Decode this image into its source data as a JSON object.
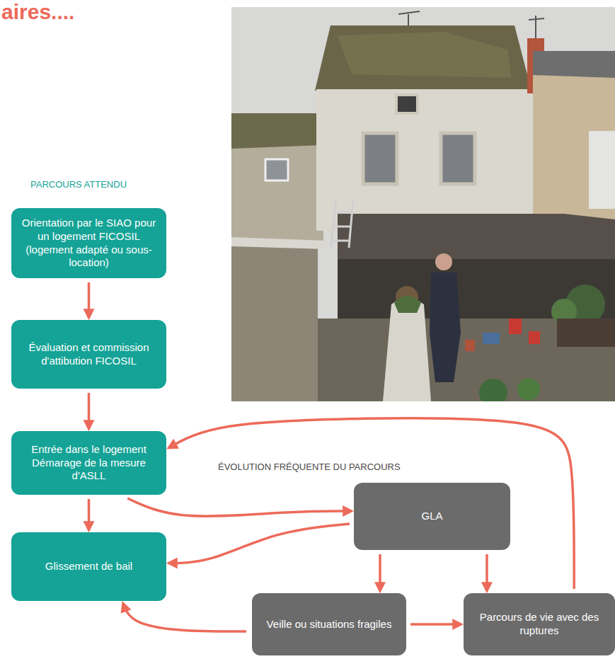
{
  "diagram": {
    "title": "aires....",
    "nodes": [
      {
        "text": [
          "Orientation par le SIAO pour un logement FICOSIL (logement adapté ou sous-location)"
        ]
      },
      {
        "text": [
          "Évaluation et commission d'attibution FICOSIL"
        ]
      },
      {
        "text": [
          "Entrée dans le logement Démarage de la mesure d'ASLL"
        ]
      },
      {
        "text": [
          "Glissement de bail"
        ]
      },
      {
        "text": [
          "GLA"
        ]
      },
      {
        "text": [
          "Veille ou situations fragiles"
        ]
      },
      {
        "text": [
          "Parcours de vie avec des ruptures"
        ]
      }
    ],
    "edges": [
      {
        "from": 0,
        "to": 1,
        "arrow": "to"
      },
      {
        "from": 1,
        "to": 2,
        "arrow": "to"
      },
      {
        "from": 2,
        "to": 3,
        "arrow": "to"
      },
      {
        "from": 2,
        "to": 4,
        "arrow": "to"
      },
      {
        "from": 4,
        "to": 3,
        "arrow": "to"
      },
      {
        "from": 4,
        "to": 5,
        "arrow": "to"
      },
      {
        "from": 4,
        "to": 6,
        "arrow": "to"
      },
      {
        "from": 5,
        "to": 3,
        "arrow": "to"
      },
      {
        "from": 5,
        "to": 6,
        "arrow": "to"
      },
      {
        "from": 6,
        "to": 2,
        "arrow": "to"
      }
    ],
    "labels": [
      "PARCOURS ATTENDU",
      "ÉVOLUTION FRÉQUENTE DU PARCOURS"
    ]
  }
}
